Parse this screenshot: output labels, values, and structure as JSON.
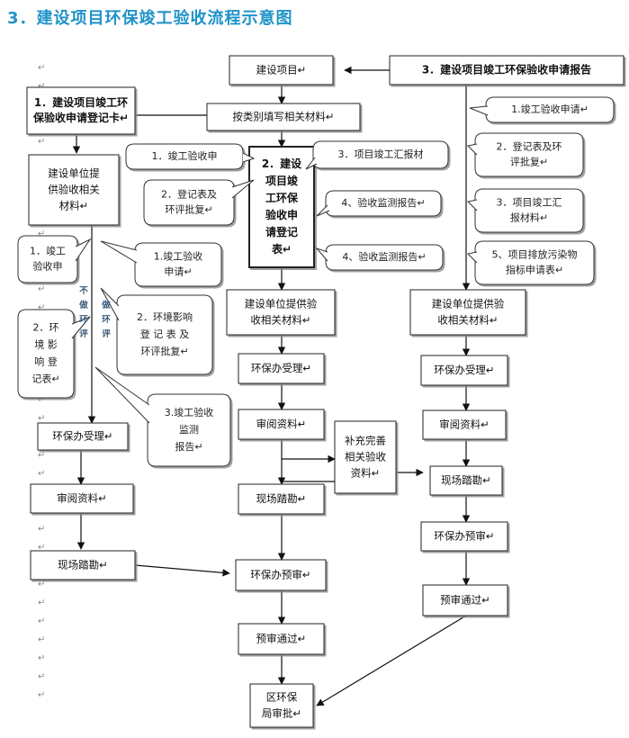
{
  "title": "3．建设项目环保竣工验收流程示意图",
  "boxes": {
    "project": "建设项目↵",
    "apply_report": "3．建设项目竣工环保验收申请报告",
    "reg_card": [
      "1．建设项目竣工环",
      "保验收申请登记卡↵"
    ],
    "fill_material": "按类别填写相关材料↵",
    "left_provide": [
      "建设单位提",
      "供验收相关",
      "材料↵"
    ],
    "mid_reg_form": [
      "2．建设",
      "项目竣",
      "工环保",
      "验收申",
      "请登记",
      "表↵"
    ],
    "mid_provide": [
      "建设单位提供验",
      "收相关材料↵"
    ],
    "right_provide": [
      "建设单位提供验",
      "收相关材料↵"
    ],
    "left_accept": "环保办受理↵",
    "left_review": "审阅资料↵",
    "left_survey": "现场踏勘↵",
    "mid_accept": "环保办受理↵",
    "mid_review": "审阅资料↵",
    "mid_survey": "现场踏勘↵",
    "mid_pre": "环保办预审↵",
    "mid_pass": "预审通过↵",
    "supplement": [
      "补充完善",
      "相关验收",
      "资料↵"
    ],
    "right_accept": "环保办受理↵",
    "right_review": "审阅资料↵",
    "right_survey": "现场踏勘↵",
    "right_pre": "环保办预审↵",
    "right_pass": "预审通过↵",
    "final": [
      "区环保",
      "局审批↵"
    ]
  },
  "callouts": {
    "mid_c1": "1．竣工验收申",
    "mid_c2": [
      "2．登记表及",
      "环评批复↵"
    ],
    "mid_c3": "3．项目竣工汇报材",
    "mid_c4": "4、验收监测报告↵",
    "mid_c5": "4、验收监测报告↵",
    "right_c1": "1.竣工验收申请↵",
    "right_c2": [
      "2．登记表及环",
      "评批复↵"
    ],
    "right_c3": [
      "3．项目竣工汇",
      "报材料↵"
    ],
    "right_c5": [
      "5、项目排放污染物",
      "指标申请表↵"
    ],
    "left_c1": [
      "1．竣工",
      "验收申"
    ],
    "left_c1b": [
      "1.竣工验收",
      "申请↵"
    ],
    "left_c2": [
      "2．环",
      "境 影",
      "响 登",
      "记表↵"
    ],
    "left_c2b": [
      "2．环境影响",
      "登 记 表 及",
      "环评批复↵"
    ],
    "left_c3": [
      "3.竣工验收",
      "监测",
      "报告↵"
    ]
  },
  "side_labels": {
    "no_eval": [
      "不",
      "做",
      "环",
      "评"
    ],
    "do_eval": [
      "做",
      "环",
      "评"
    ]
  },
  "margin_mark": "↵"
}
